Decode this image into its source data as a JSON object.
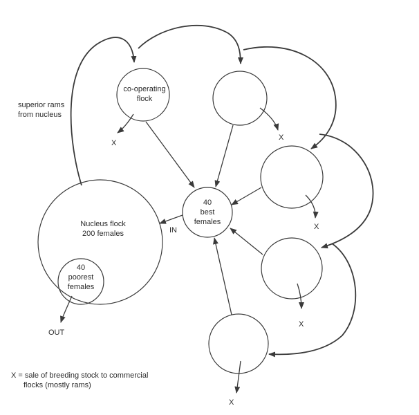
{
  "diagram": {
    "nucleus_label_1": "Nucleus flock",
    "nucleus_label_2": "200 females",
    "poorest_label_1": "40",
    "poorest_label_2": "poorest",
    "poorest_label_3": "females",
    "best_label_1": "40",
    "best_label_2": "best",
    "best_label_3": "females",
    "cooperating_label_1": "co-operating",
    "cooperating_label_2": "flock",
    "superior_rams_1": "superior rams",
    "superior_rams_2": "from nucleus",
    "in_label": "IN",
    "out_label": "OUT",
    "sale_marker": "X",
    "legend_line_1": "X = sale of breeding stock to commercial",
    "legend_line_2": "flocks (mostly rams)"
  },
  "colors": {
    "line": "#3a3a3a",
    "text": "#2a2a2a",
    "background": "#ffffff"
  }
}
